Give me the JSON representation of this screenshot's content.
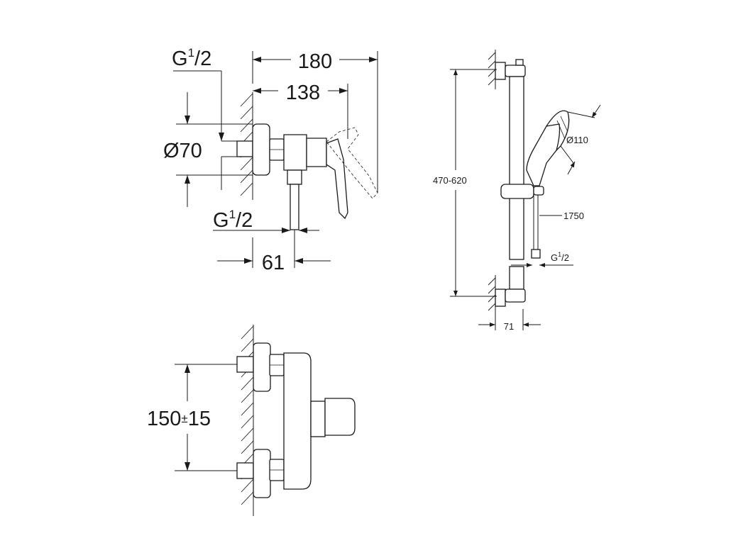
{
  "side_view": {
    "dim_overall": "180",
    "dim_body": "138",
    "dim_diameter": "Ø70",
    "dim_outlet": "61",
    "thread_top": {
      "main": "G",
      "num": "1",
      "den": "/2"
    },
    "thread_bottom": {
      "main": "G",
      "num": "1",
      "den": "/2"
    }
  },
  "front_view": {
    "dim_spacing_value": "150",
    "dim_spacing_pm": "±",
    "dim_spacing_tol": "15"
  },
  "shower_set": {
    "dim_height": "470-620",
    "dim_head": "Ø110",
    "dim_hose": "1750",
    "dim_depth": "71",
    "thread": {
      "main": "G",
      "num": "1",
      "den": "/2"
    }
  }
}
